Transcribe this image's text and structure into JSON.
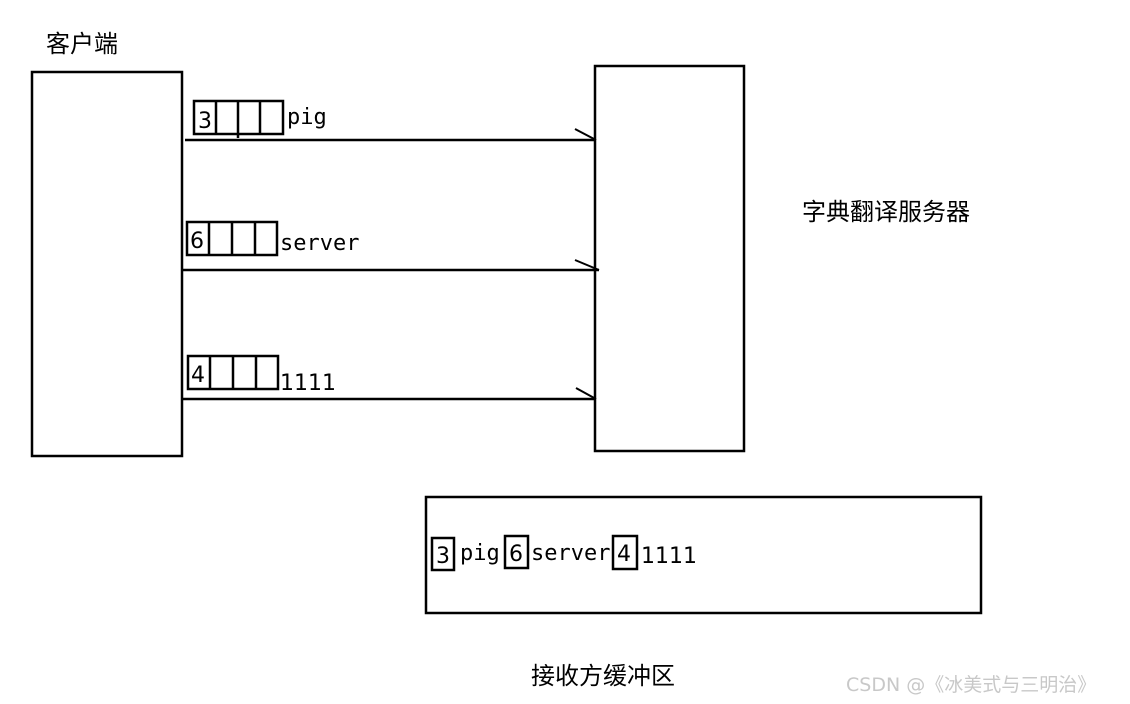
{
  "labels": {
    "client": "客户端",
    "server": "字典翻译服务器",
    "buffer": "接收方缓冲区",
    "watermark": "CSDN @《冰美式与三明治》"
  },
  "packets": [
    {
      "length": "3",
      "payload": "pig"
    },
    {
      "length": "6",
      "payload": "server"
    },
    {
      "length": "4",
      "payload": "1111"
    }
  ],
  "buffer_stream": [
    {
      "length": "3",
      "payload": "pig"
    },
    {
      "length": "6",
      "payload": "server"
    },
    {
      "length": "4",
      "payload": "1111"
    }
  ],
  "colors": {
    "stroke": "#000000",
    "watermark": "#c8c8c8",
    "background": "#ffffff"
  }
}
